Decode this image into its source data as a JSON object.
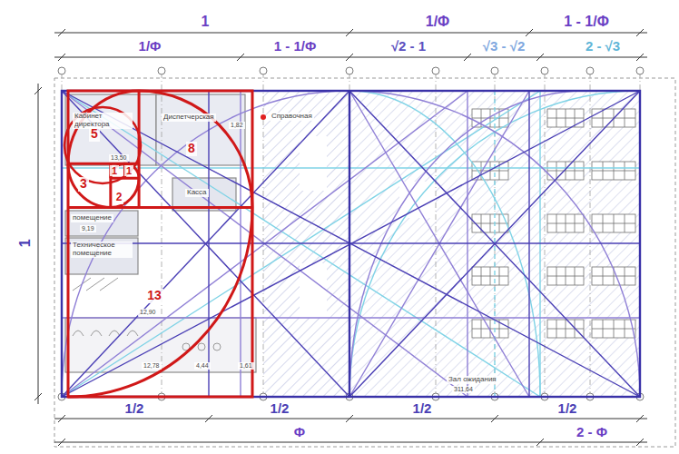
{
  "diagram": {
    "labels": [
      "1",
      "1/Φ",
      "1 - 1/Φ",
      "1/Φ",
      "1 - 1/Φ",
      "√2 - 1",
      "√3 - √2",
      "2 - √3",
      "1",
      "1/2",
      "1/2",
      "1/2",
      "1/2",
      "Φ",
      "2 - Φ",
      "5",
      "3",
      "1",
      "1",
      "2",
      "8",
      "13",
      "Кабинет директора",
      "Диспетчерская",
      "1,82",
      "Справочная",
      "13,50",
      "Касса",
      "помещение",
      "9,19",
      "Техническое помещение",
      "12,90",
      "12,78",
      "4,44",
      "1,61",
      "Зал ожидания",
      "311,64"
    ]
  }
}
